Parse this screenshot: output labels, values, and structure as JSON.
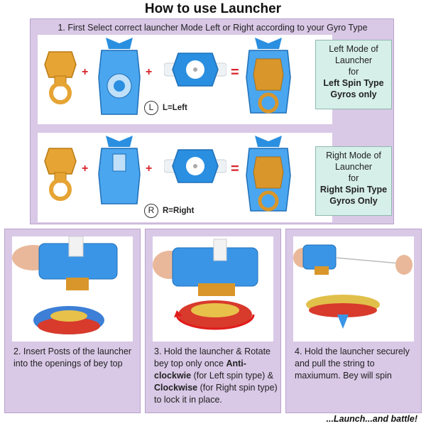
{
  "title": "How to use Launcher",
  "step1": "1. First Select correct launcher Mode Left or Right according to your Gyro Type",
  "row_left": {
    "mode_letter": "L",
    "mode_caption": "L=Left",
    "box": {
      "line1": "Left Mode of",
      "line2": "Launcher",
      "line3": "for",
      "line4": "Left Spin Type",
      "line5": "Gyros only"
    }
  },
  "row_right": {
    "mode_letter": "R",
    "mode_caption": "R=Right",
    "box": {
      "line1": "Right Mode of",
      "line2": "Launcher",
      "line3": "for",
      "line4": "Right Spin Type",
      "line5": "Gyros Only"
    }
  },
  "symbols": {
    "plus": "+",
    "equals": "="
  },
  "step2": "2. Insert Posts of the launcher into the openings of bey top",
  "step3": {
    "part1": "3. Hold the launcher & Rotate bey top only once ",
    "bold1": "Anti-clockwie",
    "part2": " (for Left spin type) & ",
    "bold2": "Clockwise",
    "part3": " (for Right spin type) to lock it in place."
  },
  "step4": "4. Hold the launcher securely and pull the string to maxiumum. Bey will spin",
  "footer": "...Launch...and battle!",
  "colors": {
    "panel": "#d9c8e6",
    "mode_box": "#d6efe8",
    "blue_part": "#2a8fe0",
    "gold_part": "#e0a030",
    "accent_red": "#d9222a"
  }
}
